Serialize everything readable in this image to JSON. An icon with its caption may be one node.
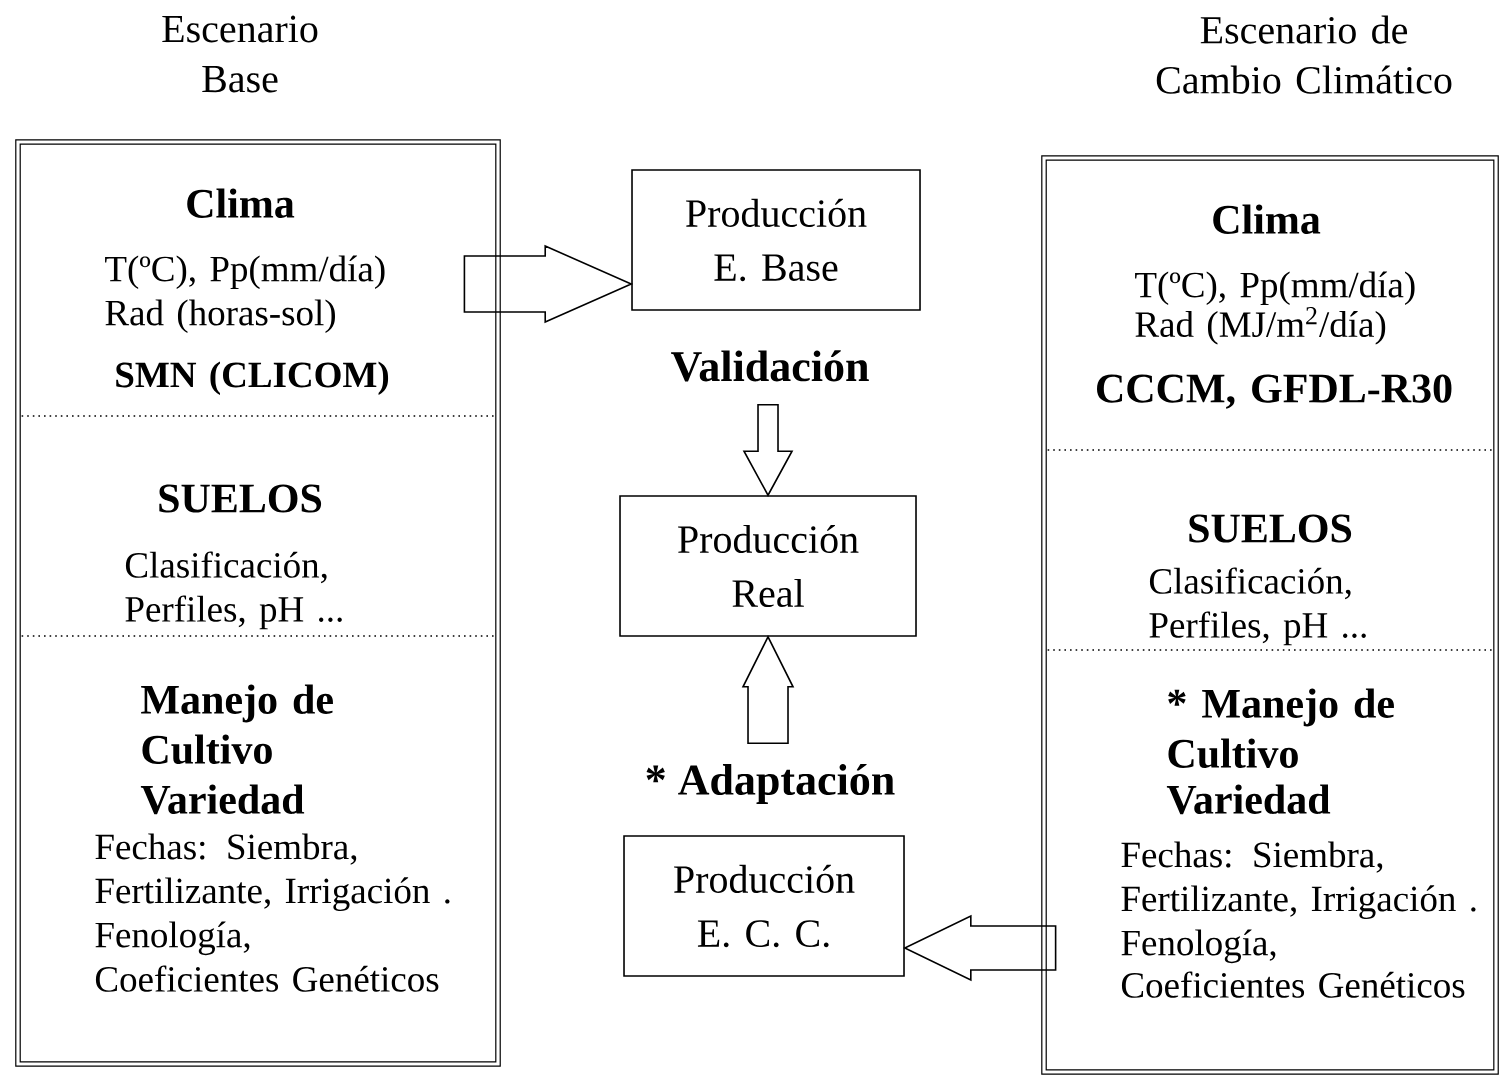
{
  "diagram": {
    "nodes": [
      {
        "text": [
          "Escenario Base"
        ]
      },
      {
        "text": [
          "Clima",
          "T(ºC), Pp(mm/día) Rad (horas-sol)",
          "SMN (CLICOM)"
        ],
        "in": 0
      },
      {
        "text": [
          "SUELOS",
          "Clasificación, Perfiles, pH ..."
        ],
        "in": 0
      },
      {
        "text": [
          "Manejo de Cultivo",
          "Variedad",
          "Fechas: Siembra, Fertilizante, Irrigación .",
          "Fenología,",
          "Coeficientes Genéticos"
        ],
        "in": 0
      },
      {
        "text": [
          "Producción E. Base"
        ]
      },
      {
        "text": [
          "Producción Real"
        ]
      },
      {
        "text": [
          "Producción E. C. C."
        ]
      },
      {
        "text": [
          "Escenario de Cambio Climático"
        ]
      },
      {
        "text": [
          "Clima",
          "T(ºC), Pp(mm/día) Rad (MJ/m$^{2}$/día)",
          "CCCM, GFDL-R30"
        ],
        "in": 7
      },
      {
        "text": [
          "SUELOS",
          "Clasificación, Perfiles, pH ..."
        ],
        "in": 7
      },
      {
        "text": [
          "* Manejo de Cultivo",
          "Variedad",
          "Fechas: Siembra, Fertilizante, Irrigación .",
          "Fenología,",
          "Coeficientes Genéticos"
        ],
        "in": 7
      }
    ],
    "edges": [
      {
        "from": 1,
        "to": 4,
        "arrow": "to"
      },
      {
        "from": 4,
        "to": 5,
        "arrow": "to",
        "label": "Validación"
      },
      {
        "from": 6,
        "to": 5,
        "arrow": "to",
        "label": "* Adaptación"
      },
      {
        "from": 10,
        "to": 6,
        "arrow": "to"
      }
    ]
  }
}
